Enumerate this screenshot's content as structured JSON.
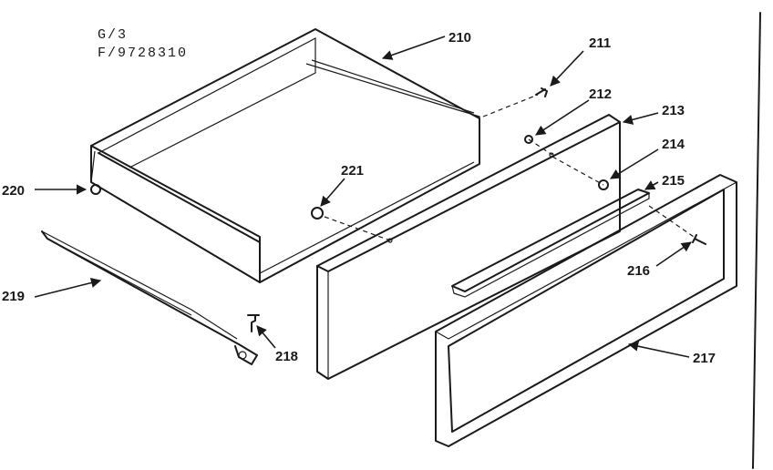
{
  "header": {
    "line1": "G/3",
    "line2": "F/9728310"
  },
  "callouts": {
    "c210": "210",
    "c211": "211",
    "c212": "212",
    "c213": "213",
    "c214": "214",
    "c215": "215",
    "c216": "216",
    "c217": "217",
    "c218": "218",
    "c219": "219",
    "c220": "220",
    "c221": "221"
  }
}
